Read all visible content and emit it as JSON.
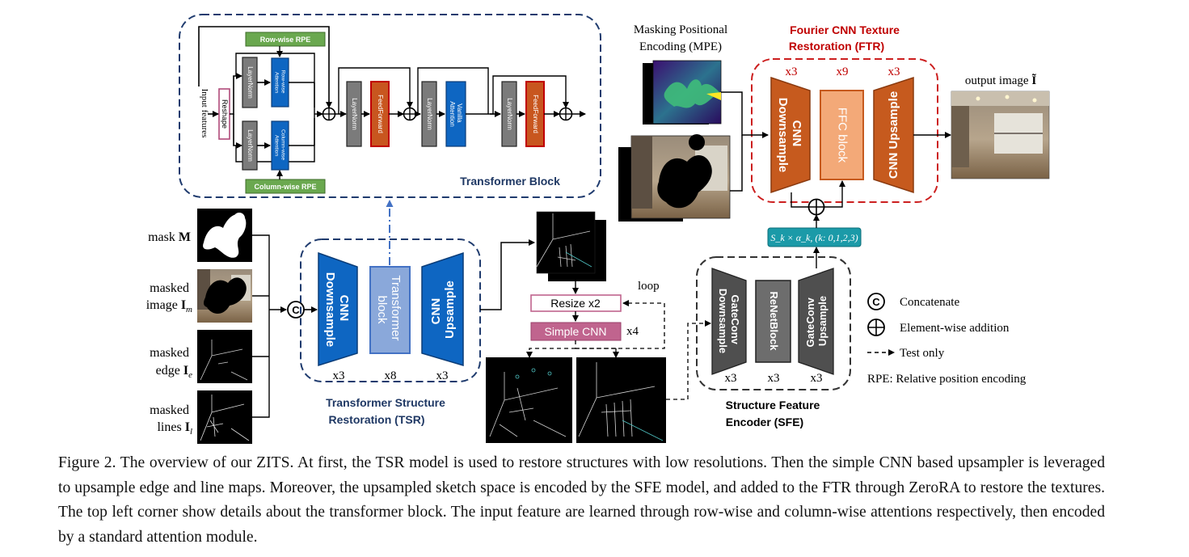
{
  "transformer_block": {
    "title": "Transformer Block",
    "input_label": "Input features",
    "reshape": "Reshape",
    "layernorm": "LayerNorm",
    "row_rpe": "Row-wise RPE",
    "col_rpe": "Column-wise RPE",
    "row_attn": [
      "Row-wise",
      "Attention"
    ],
    "col_attn": [
      "Column-wise",
      "Attention"
    ],
    "feedforward": "FeedForward",
    "vanilla_attn": [
      "Vanilla",
      "Attention"
    ]
  },
  "inputs": {
    "mask": {
      "text": "mask ",
      "symbol": "M"
    },
    "masked_image": {
      "line1": "masked",
      "text": "image ",
      "symbol": "I",
      "sub": "m"
    },
    "masked_edge": {
      "line1": "masked",
      "text": "edge ",
      "symbol": "I",
      "sub": "e"
    },
    "masked_lines": {
      "line1": "masked",
      "text": "lines ",
      "symbol": "I",
      "sub": "l"
    }
  },
  "tsr": {
    "title_line1": "Transformer Structure",
    "title_line2": "Restoration (TSR)",
    "downsample": [
      "CNN",
      "Downsample"
    ],
    "transformer": [
      "Transformer",
      "block"
    ],
    "upsample": [
      "CNN",
      "Upsample"
    ],
    "reps": [
      "x3",
      "x8",
      "x3"
    ]
  },
  "upsampler": {
    "resize": "Resize x2",
    "simple_cnn": "Simple CNN",
    "reps": "x4",
    "loop": "loop"
  },
  "sfe": {
    "title_line1": "Structure Feature",
    "title_line2": "Encoder (SFE)",
    "gate_down": [
      "GateConv",
      "Downsample"
    ],
    "renet": "ReNetBlock",
    "gate_up": [
      "GateConv",
      "Upsample"
    ],
    "reps": [
      "x3",
      "x3",
      "x3"
    ],
    "formula": "S_k × α_k, (k: 0,1,2,3)"
  },
  "ftr": {
    "title_line1": "Fourier CNN Texture",
    "title_line2": "Restoration (FTR)",
    "downsample": [
      "CNN",
      "Downsample"
    ],
    "ffc": "FFC block",
    "upsample": "CNN Upsample",
    "reps": [
      "x3",
      "x9",
      "x3"
    ]
  },
  "mpe": {
    "line1": "Masking Positional",
    "line2": "Encoding (MPE)"
  },
  "output": {
    "text": "output image ",
    "symbol": "Ĩ"
  },
  "legend": {
    "concat_symbol": "C",
    "concat": "Concatenate",
    "add": "Element-wise addition",
    "test": "Test only",
    "rpe": "RPE: Relative position encoding"
  },
  "caption": "Figure 2. The overview of our ZITS. At first, the TSR model is used to restore structures with low resolutions. Then the simple CNN based upsampler is leveraged to upsample edge and line maps. Moreover, the upsampled sketch space is encoded by the SFE model, and added to the FTR through ZeroRA to restore the textures. The top left corner show details about the transformer block. The input feature are learned through row-wise and column-wise attentions respectively, then encoded by a standard attention module.",
  "colors": {
    "tsr_blue": "#0e66c2",
    "transformer_light": "#8aa8da",
    "gray_block": "#7b7b7b",
    "feedforward_orange": "#c8561f",
    "rpe_green": "#6aa84f",
    "ftr_orange": "#c65a1e",
    "ffc_light": "#f3a978",
    "dark_gray": "#4f4f4f",
    "teal": "#1b9aa8",
    "pink": "#c0648e",
    "dashed_navy": "#1f3b6e",
    "dashed_red": "#cc1f1f",
    "ftr_title": "#c00000",
    "tsr_title": "#1f3864"
  }
}
